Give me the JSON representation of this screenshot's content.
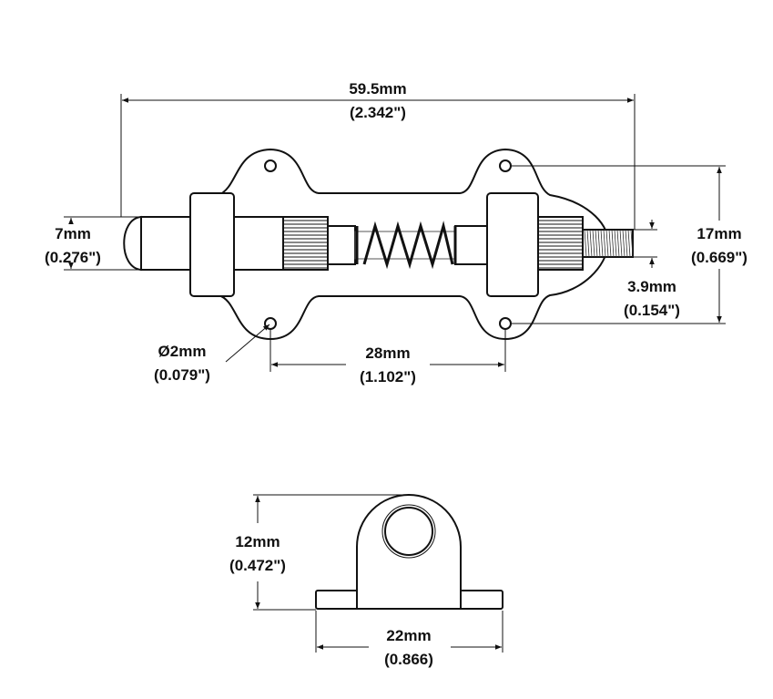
{
  "dimensions": {
    "overall_length": {
      "mm": "59.5mm",
      "inch": "(2.342\")"
    },
    "pin_diameter": {
      "mm": "7mm",
      "inch": "(0.276\")"
    },
    "mount_height": {
      "mm": "17mm",
      "inch": "(0.669\")"
    },
    "thread_diameter": {
      "mm": "3.9mm",
      "inch": "(0.154\")"
    },
    "hole_diameter": {
      "mm": "Ø2mm",
      "inch": "(0.079\")"
    },
    "hole_spacing": {
      "mm": "28mm",
      "inch": "(1.102\")"
    },
    "side_height": {
      "mm": "12mm",
      "inch": "(0.472\")"
    },
    "side_width": {
      "mm": "22mm",
      "inch": "(0.866)"
    }
  }
}
